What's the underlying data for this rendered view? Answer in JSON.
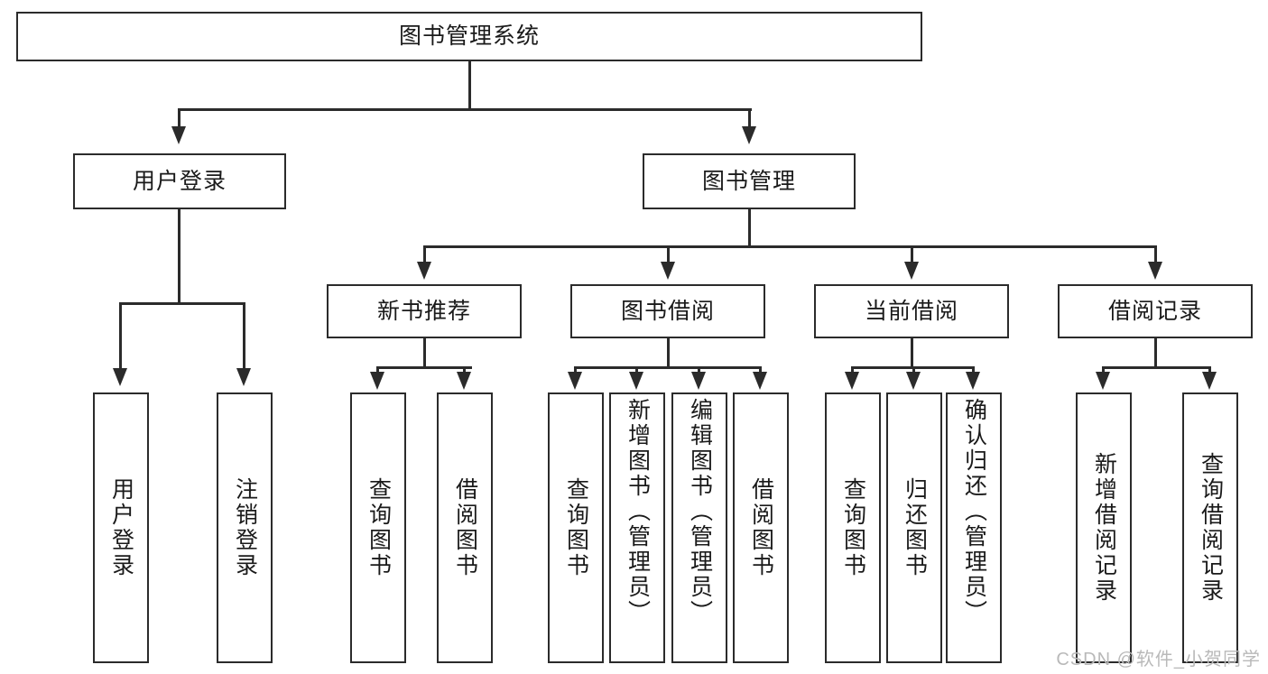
{
  "diagram": {
    "title": "图书管理系统",
    "type": "tree",
    "watermark": "CSDN @软件_小贺同学",
    "accent_color": "#2b2b2b",
    "background_color": "#ffffff",
    "text_color": "#1a1a1a"
  },
  "nodes": {
    "root": {
      "label": "图书管理系统"
    },
    "level2": [
      {
        "id": "user-login",
        "label": "用户登录"
      },
      {
        "id": "book-manage",
        "label": "图书管理"
      }
    ],
    "level3": [
      {
        "id": "new-book-recommend",
        "label": "新书推荐"
      },
      {
        "id": "book-borrow",
        "label": "图书借阅"
      },
      {
        "id": "current-borrow",
        "label": "当前借阅"
      },
      {
        "id": "borrow-record",
        "label": "借阅记录"
      }
    ],
    "leaves": [
      {
        "id": "leaf-user-login",
        "label": "用户登录",
        "parent": "用户登录"
      },
      {
        "id": "leaf-logout-login",
        "label": "注销登录",
        "parent": "用户登录"
      },
      {
        "id": "leaf-query-book-1",
        "label": "查询图书",
        "parent": "新书推荐"
      },
      {
        "id": "leaf-borrow-book-1",
        "label": "借阅图书",
        "parent": "新书推荐"
      },
      {
        "id": "leaf-query-book-2",
        "label": "查询图书",
        "parent": "图书借阅"
      },
      {
        "id": "leaf-add-book-admin",
        "label": "新增图书（管理员）",
        "parent": "图书借阅"
      },
      {
        "id": "leaf-edit-book-admin",
        "label": "编辑图书（管理员）",
        "parent": "图书借阅"
      },
      {
        "id": "leaf-borrow-book-2",
        "label": "借阅图书",
        "parent": "图书借阅"
      },
      {
        "id": "leaf-query-book-3",
        "label": "查询图书",
        "parent": "当前借阅"
      },
      {
        "id": "leaf-return-book",
        "label": "归还图书",
        "parent": "当前借阅"
      },
      {
        "id": "leaf-confirm-return-admin",
        "label": "确认归还（管理员）",
        "parent": "当前借阅"
      },
      {
        "id": "leaf-add-borrow-record",
        "label": "新增借阅记录",
        "parent": "借阅记录"
      },
      {
        "id": "leaf-query-borrow-record",
        "label": "查询借阅记录",
        "parent": "借阅记录"
      }
    ]
  }
}
